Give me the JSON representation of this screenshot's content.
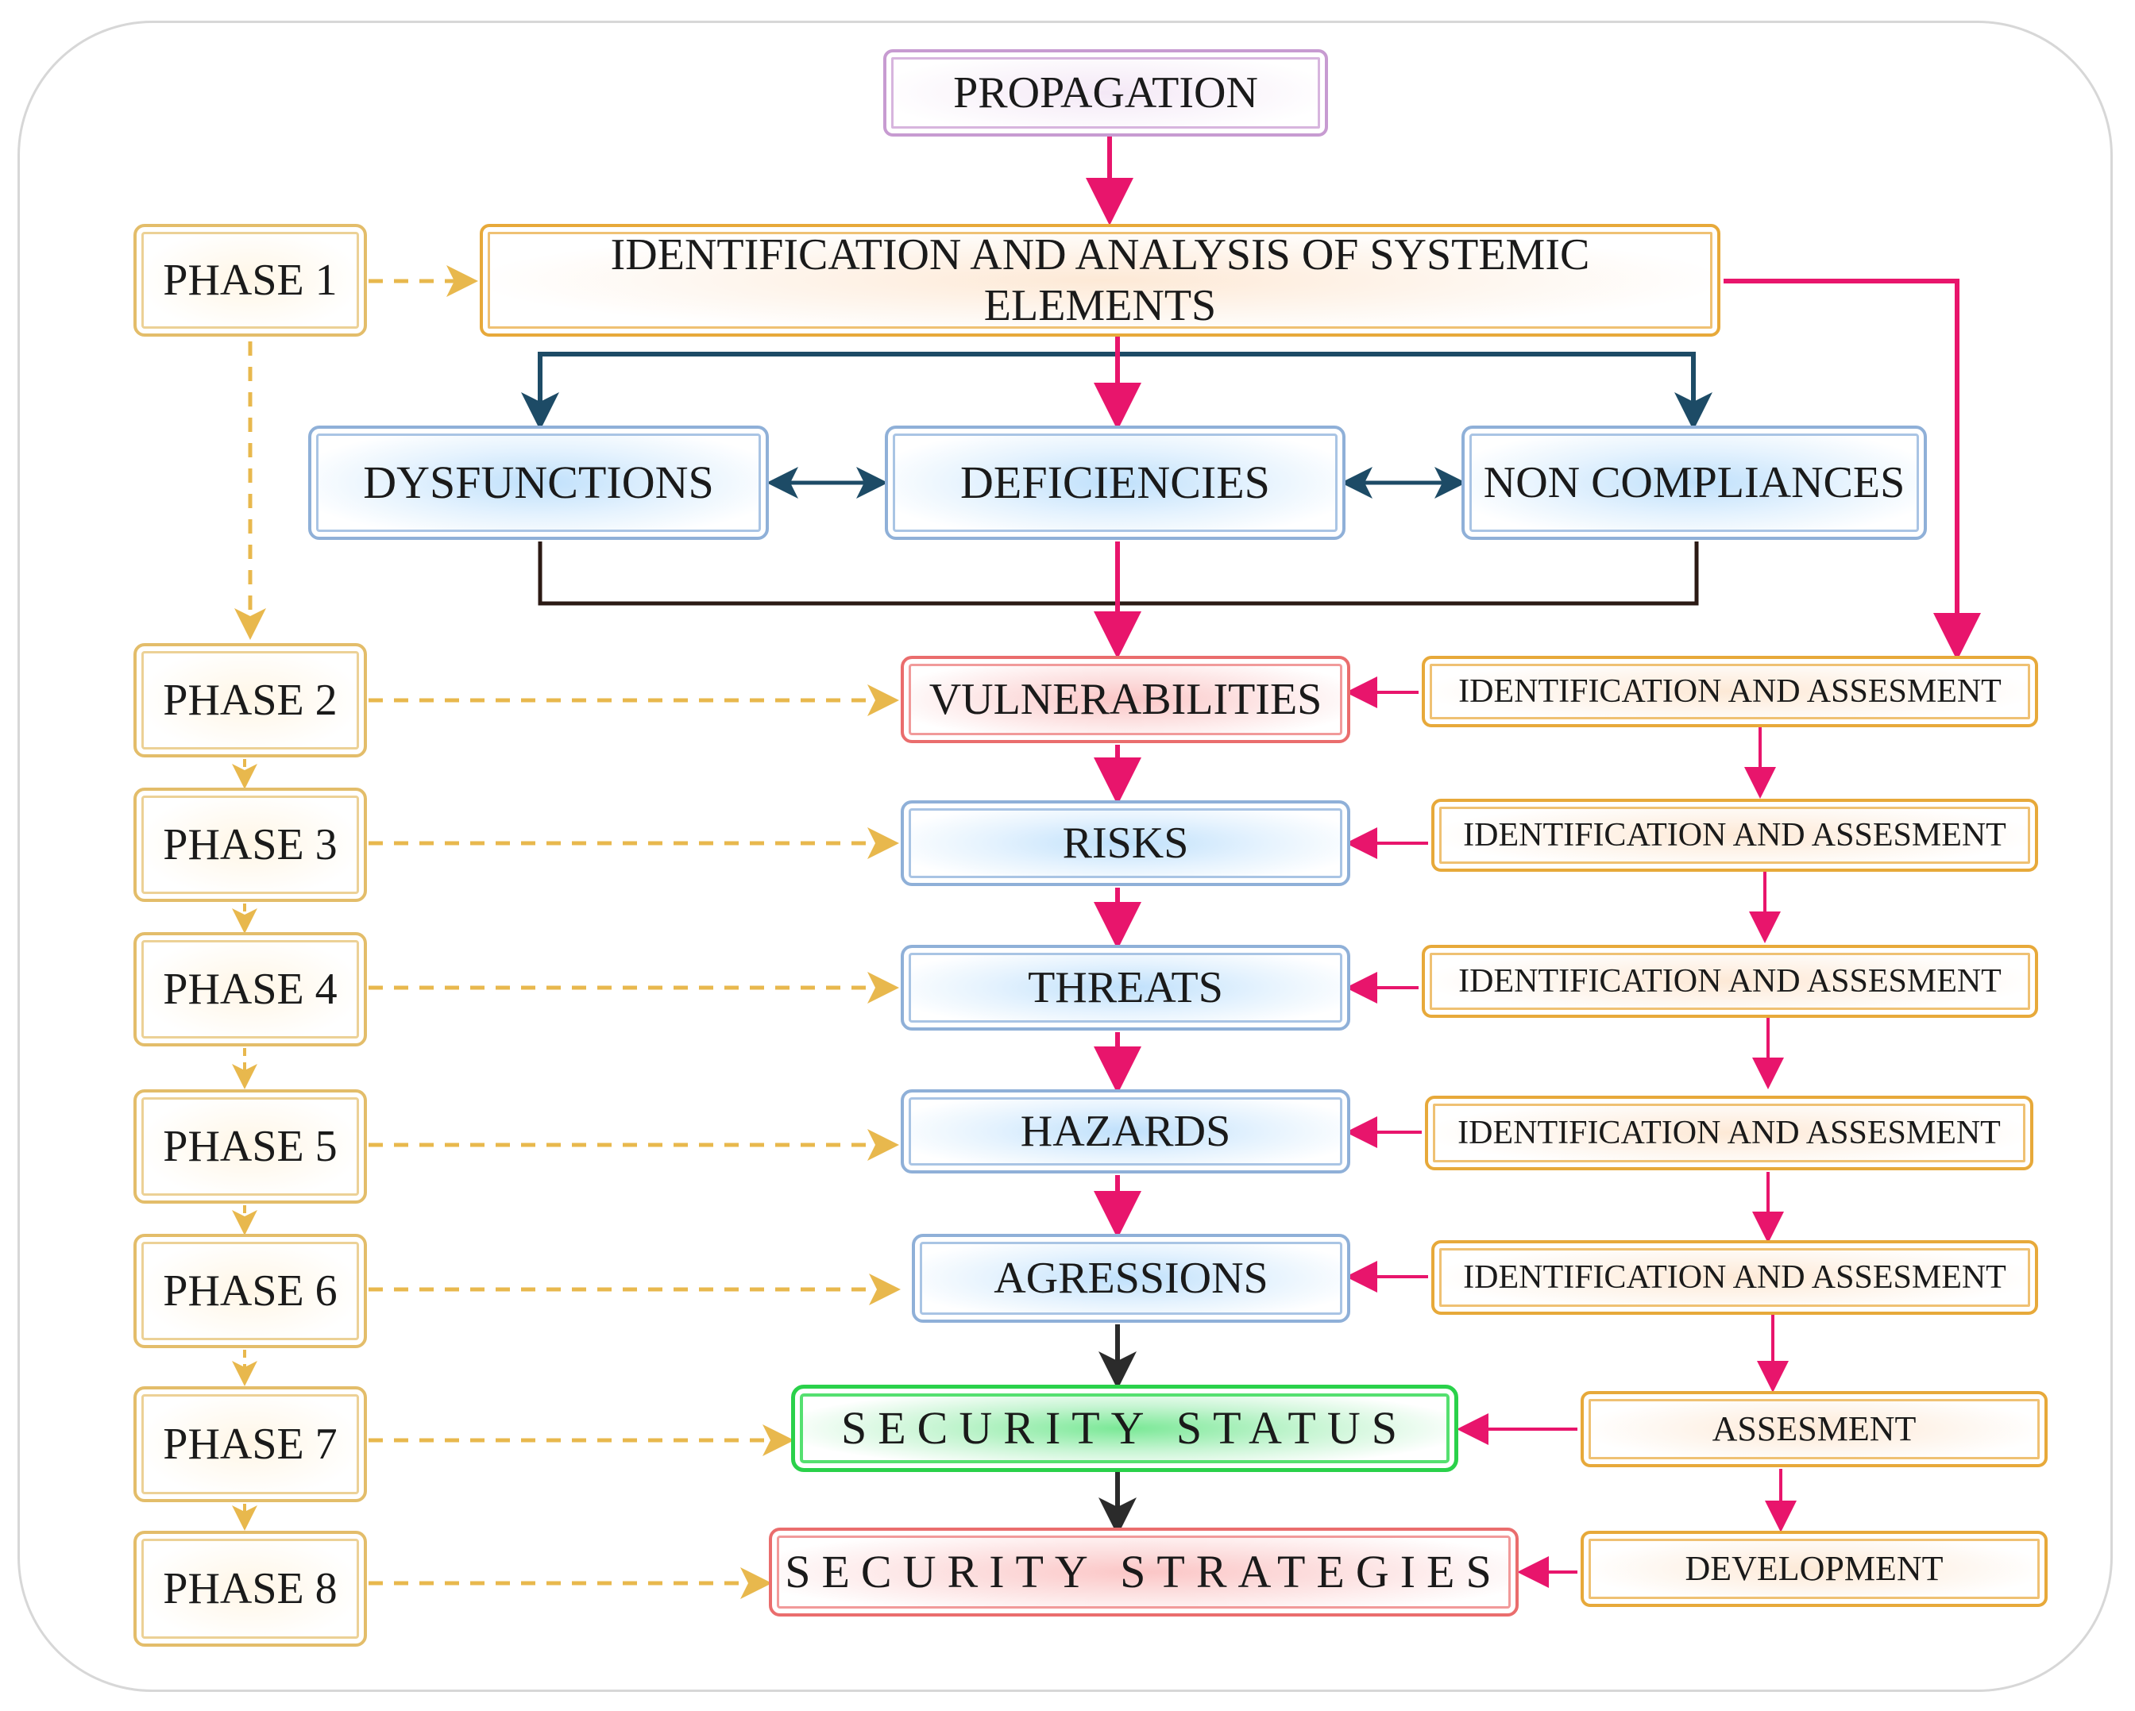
{
  "diagram": {
    "top_node": "PROPAGATION",
    "systemic_node": "IDENTIFICATION AND ANALYSIS OF SYSTEMIC ELEMENTS",
    "systemic_lines": [
      "IDENTIFICATION AND ANALYSIS OF SYSTEMIC",
      "ELEMENTS"
    ],
    "middle_row": [
      "DYSFUNCTIONS",
      "DEFICIENCIES",
      "NON COMPLIANCES"
    ],
    "phases": [
      "PHASE 1",
      "PHASE 2",
      "PHASE 3",
      "PHASE 4",
      "PHASE 5",
      "PHASE 6",
      "PHASE 7",
      "PHASE 8"
    ],
    "chain": [
      "VULNERABILITIES",
      "RISKS",
      "THREATS",
      "HAZARDS",
      "AGRESSIONS",
      "SECURITY STATUS",
      "SECURITY STRATEGIES"
    ],
    "right_nodes": [
      "IDENTIFICATION AND ASSESMENT",
      "IDENTIFICATION AND ASSESMENT",
      "IDENTIFICATION AND ASSESMENT",
      "IDENTIFICATION AND ASSESMENT",
      "IDENTIFICATION AND ASSESMENT",
      "ASSESMENT",
      "DEVELOPMENT"
    ],
    "colors": {
      "phase_border": "#e3bd6a",
      "dashed_arrow": "#e8b84d",
      "pink_arrow": "#e8156c",
      "navy_arrow": "#1d4b66",
      "dark_arrow": "#2b2b2b",
      "green_border": "#2ad14a",
      "red_border": "#ea6d6d",
      "blue_border": "#8fb0d8"
    }
  }
}
